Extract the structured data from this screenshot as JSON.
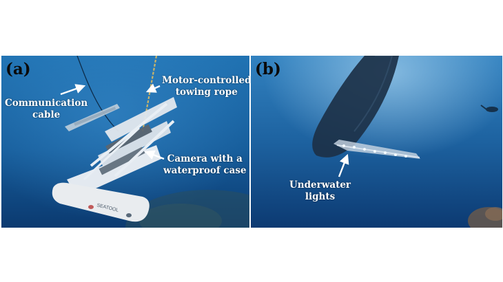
{
  "panels": [
    {
      "label": "(a)",
      "annotations": {
        "communication_cable": "Communication\ncable",
        "towing_rope": "Motor-controlled\ntowing rope",
        "camera": "Camera with a\nwaterproof case"
      },
      "sled_text": "SEATOOL"
    },
    {
      "label": "(b)",
      "annotations": {
        "lights": "Underwater\nlights"
      }
    }
  ],
  "colors": {
    "water_a_top": "#1e6aa8",
    "water_a_bottom": "#0d3f78",
    "water_b_top": "#2f7fc0",
    "water_b_bottom": "#0e3f7a",
    "annotation_text": "#ffffff",
    "label_text": "#0a0a0a"
  }
}
